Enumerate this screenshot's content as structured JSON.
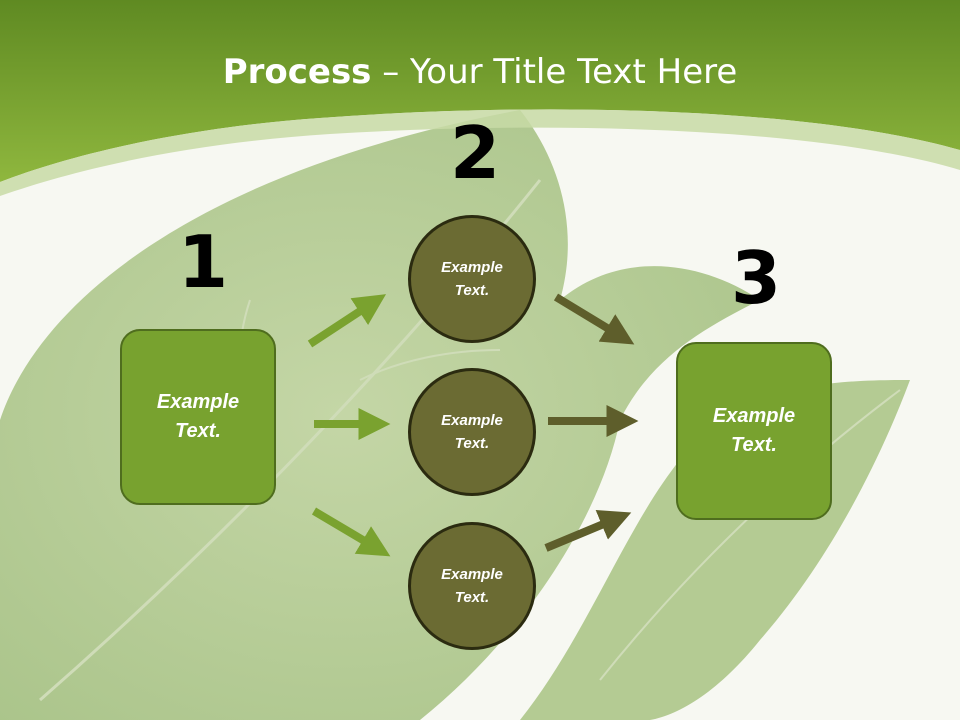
{
  "title": {
    "bold": "Process",
    "rest": " – Your Title Text Here"
  },
  "steps": {
    "one": {
      "number": "1",
      "text": "Example Text."
    },
    "two": {
      "number": "2"
    },
    "three": {
      "number": "3",
      "text": "Example Text."
    }
  },
  "circles": [
    {
      "text": "Example Text."
    },
    {
      "text": "Example Text."
    },
    {
      "text": "Example Text."
    }
  ],
  "colors": {
    "header_green": "#7ea832",
    "box_green": "#78a22f",
    "circle_olive": "#6b6b33",
    "arrow_green": "#7aa22f",
    "arrow_olive": "#5e5e2b"
  }
}
